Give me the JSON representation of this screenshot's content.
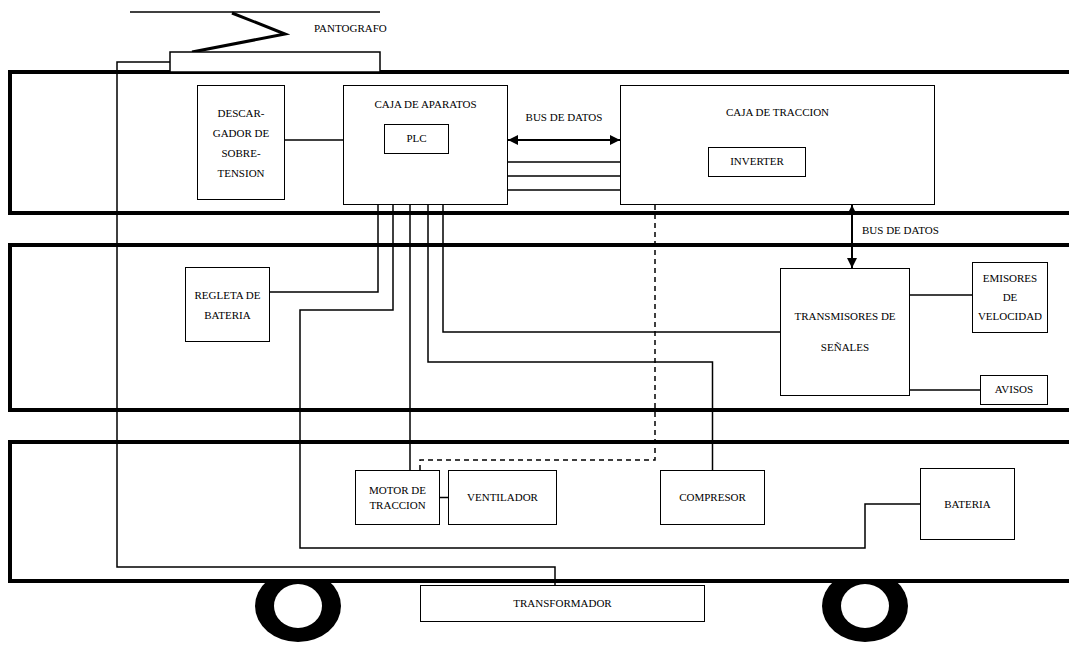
{
  "diagram": {
    "nodes": [
      {
        "text": [
          "DESCAR- GADOR DE SOBRE- TENSION"
        ]
      },
      {
        "text": [
          "CAJA DE APARATOS"
        ]
      },
      {
        "text": [
          "PLC"
        ],
        "in": 1
      },
      {
        "text": [
          "CAJA DE TRACCION"
        ]
      },
      {
        "text": [
          "INVERTER"
        ],
        "in": 3
      },
      {
        "text": [
          "REGLETA DE BATERIA"
        ]
      },
      {
        "text": [
          "TRANSMISORES DE SEÑALES"
        ]
      },
      {
        "text": [
          "EMISORES DE VELOCIDAD"
        ]
      },
      {
        "text": [
          "AVISOS"
        ]
      },
      {
        "text": [
          "MOTOR DE TRACCION"
        ]
      },
      {
        "text": [
          "VENTILADOR"
        ]
      },
      {
        "text": [
          "COMPRESOR"
        ]
      },
      {
        "text": [
          "BATERIA"
        ]
      },
      {
        "text": [
          "TRANSFORMADOR"
        ]
      }
    ],
    "edges": [
      {
        "from": 0,
        "to": 1,
        "arrow": "none"
      },
      {
        "from": 1,
        "to": 3,
        "label": "BUS DE DATOS",
        "arrow": "both"
      },
      {
        "from": 1,
        "to": 3,
        "arrow": "none"
      },
      {
        "from": 1,
        "to": 3,
        "arrow": "none"
      },
      {
        "from": 1,
        "to": 3,
        "arrow": "none"
      },
      {
        "from": 3,
        "to": 6,
        "label": "BUS DE DATOS",
        "arrow": "both"
      },
      {
        "from": 1,
        "to": 5,
        "arrow": "none"
      },
      {
        "from": 1,
        "to": 12,
        "arrow": "none"
      },
      {
        "from": 1,
        "to": 9,
        "arrow": "none"
      },
      {
        "from": 1,
        "to": 11,
        "arrow": "none"
      },
      {
        "from": 1,
        "to": 6,
        "arrow": "none"
      },
      {
        "from": 3,
        "to": 9,
        "arrow": "none"
      },
      {
        "from": 9,
        "to": 10,
        "arrow": "none"
      },
      {
        "from": 6,
        "to": 7,
        "arrow": "none"
      },
      {
        "from": 6,
        "to": 8,
        "arrow": "none"
      }
    ],
    "labels": [
      "PANTOGRAFO"
    ]
  }
}
